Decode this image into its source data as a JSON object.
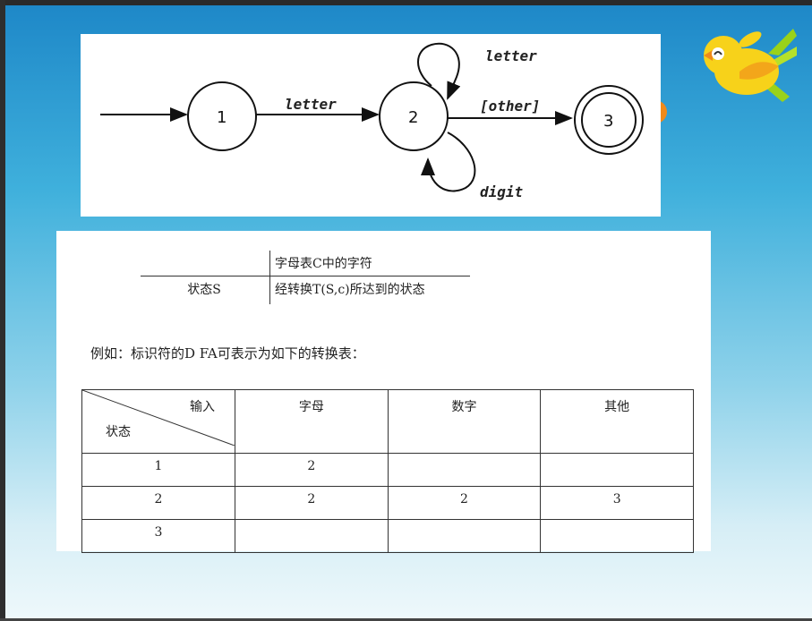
{
  "fsm": {
    "edge_letter_1_2": "letter",
    "edge_other_2_3": "[other]",
    "loop_letter": "letter",
    "loop_digit": "digit",
    "nodes": [
      "1",
      "2",
      "3"
    ]
  },
  "definition": {
    "row1": "字母表C中的字符",
    "left": "状态S",
    "row2": "经转换T(S,c)所达到的状态"
  },
  "example_text": "例如：标识符的D FA可表示为如下的转换表：",
  "table": {
    "corner_input": "输入",
    "corner_state": "状态",
    "headers": [
      "字母",
      "数字",
      "其他"
    ],
    "rows": [
      {
        "state": "1",
        "cells": [
          "2",
          "",
          ""
        ]
      },
      {
        "state": "2",
        "cells": [
          "2",
          "2",
          "3"
        ]
      },
      {
        "state": "3",
        "cells": [
          "",
          "",
          ""
        ]
      }
    ]
  },
  "colors": {
    "sky_top": "#1e88c8",
    "sky_bottom": "#eef8fb",
    "bird": "#f7d21a"
  }
}
